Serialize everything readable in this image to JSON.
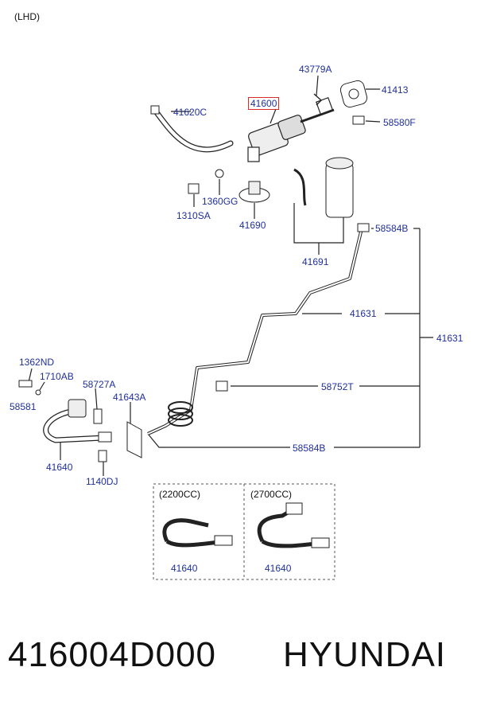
{
  "header": {
    "variant": "(LHD)"
  },
  "highlight_color": "#d92b2b",
  "label_color": "#1f2f9a",
  "labels": {
    "p43779A": "43779A",
    "p41413": "41413",
    "p41600": "41600",
    "p41620C": "41620C",
    "p58580F": "58580F",
    "p1360GG": "1360GG",
    "p1310SA": "1310SA",
    "p41690": "41690",
    "p58584B_top": "58584B",
    "p41691": "41691",
    "p41631_a": "41631",
    "p41631_b": "41631",
    "p1362ND": "1362ND",
    "p1710AB": "1710AB",
    "p58581": "58581",
    "p58727A": "58727A",
    "p41643A": "41643A",
    "p58752T": "58752T",
    "p41640_main": "41640",
    "p1140DJ": "1140DJ",
    "p58584B_bot": "58584B",
    "v2200": "(2200CC)",
    "v2700": "(2700CC)",
    "p41640_2200": "41640",
    "p41640_2700": "41640"
  },
  "footer": {
    "part_number": "416004D000",
    "brand": "HYUNDAI"
  }
}
